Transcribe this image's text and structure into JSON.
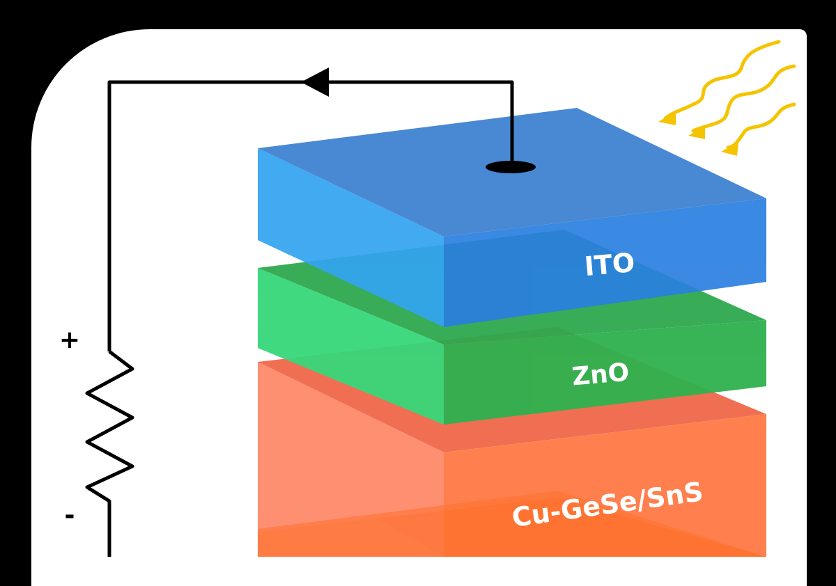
{
  "diagram": {
    "layers": [
      {
        "name": "ITO",
        "color": "#2f8be8"
      },
      {
        "name": "ZnO",
        "color": "#2eb14f"
      },
      {
        "name": "Cu-GeSe/SnS",
        "color": "#ff7a45"
      }
    ],
    "circuit": {
      "plus_label": "+",
      "minus_label": "-"
    },
    "light_color": "#f5c400"
  }
}
